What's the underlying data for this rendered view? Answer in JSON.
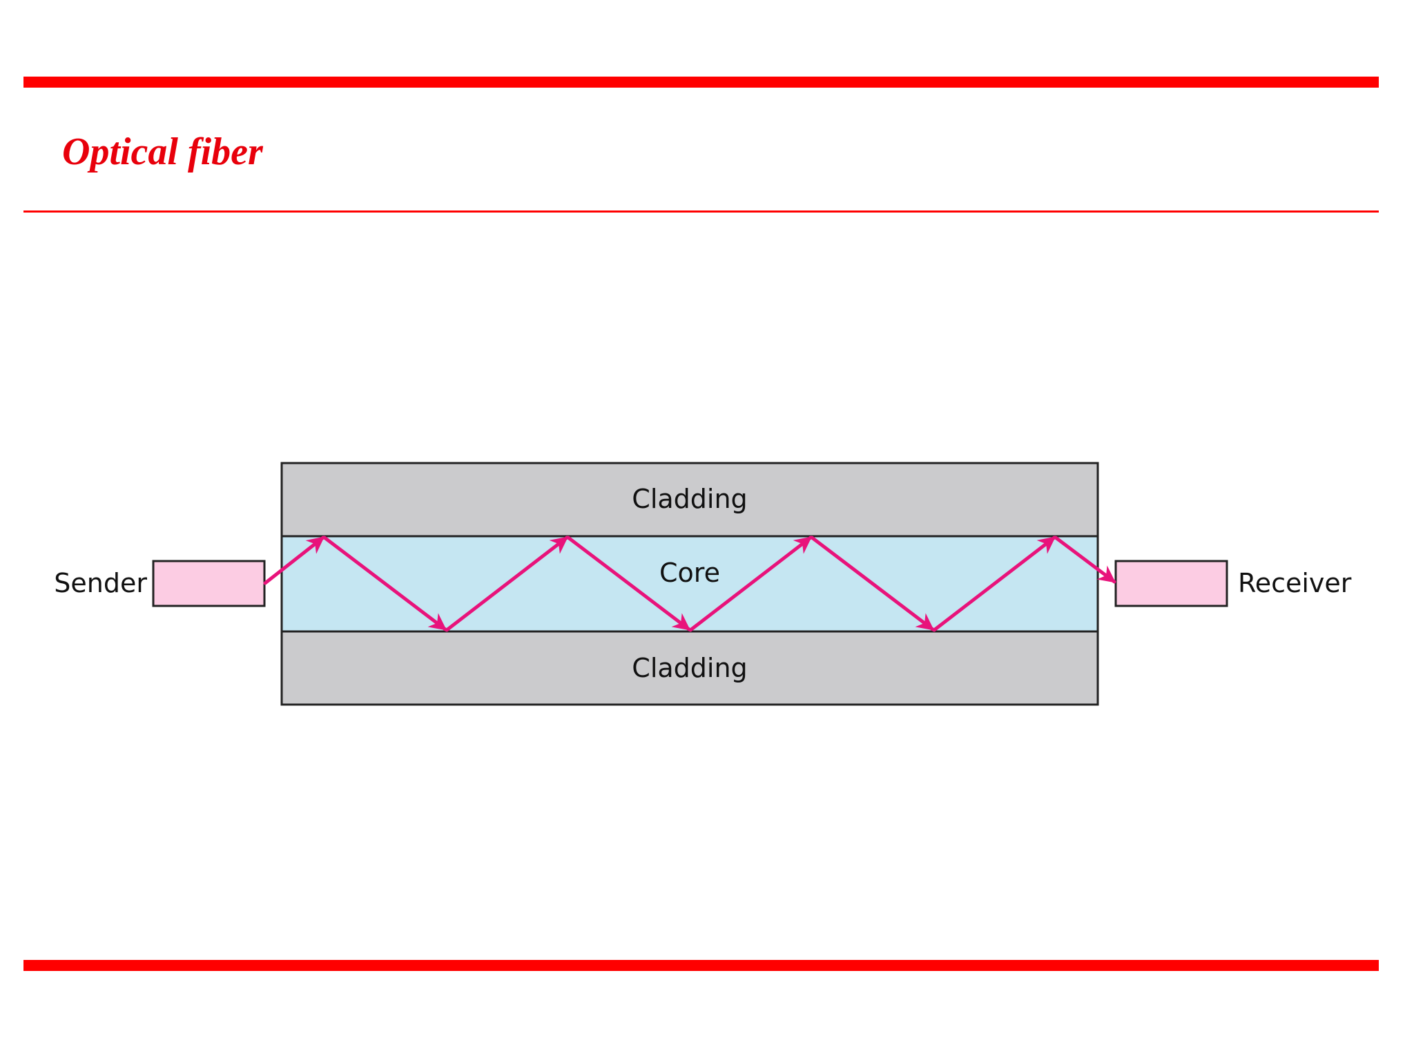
{
  "title": "Optical fiber",
  "diagram": {
    "cladding_top": "Cladding",
    "core": "Core",
    "cladding_bottom": "Cladding",
    "sender": "Sender",
    "receiver": "Receiver"
  },
  "colors": {
    "accent_rule": "#ff0000",
    "title": "#e8000b",
    "cladding": "#cbcbcd",
    "core": "#c5e6f2",
    "device": "#fccce3",
    "light_ray": "#e8137b"
  }
}
